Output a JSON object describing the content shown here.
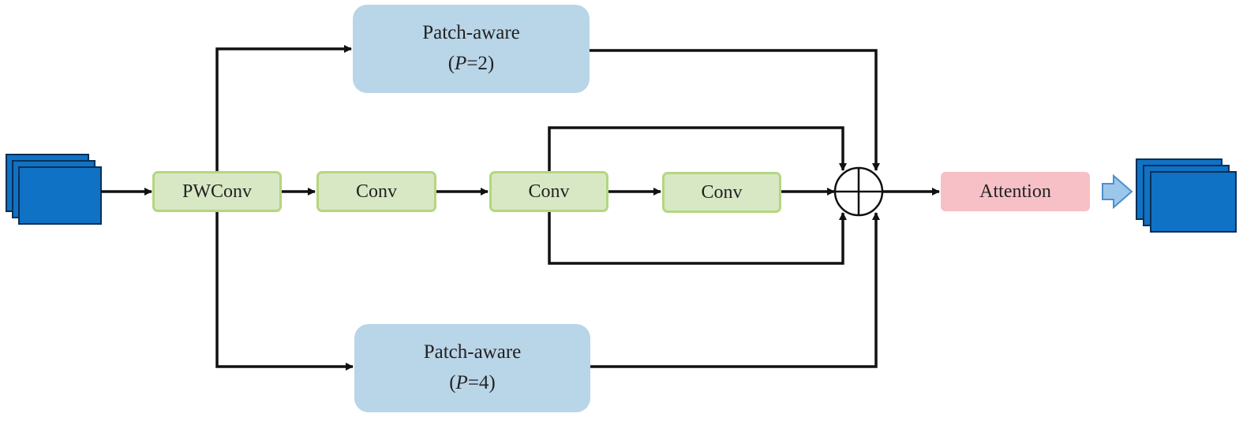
{
  "nodes": {
    "patch_top": {
      "title": "Patch-aware",
      "param_open": "(",
      "param_var": "P",
      "param_value": "=2)"
    },
    "patch_bottom": {
      "title": "Patch-aware",
      "param_open": "(",
      "param_var": "P",
      "param_value": "=4)"
    },
    "pwconv": {
      "label": "PWConv"
    },
    "conv1": {
      "label": "Conv"
    },
    "conv2": {
      "label": "Conv"
    },
    "conv3": {
      "label": "Conv"
    },
    "attention": {
      "label": "Attention"
    }
  },
  "colors": {
    "patch_fill": "#b9d5e8",
    "conv_fill": "#d8e8c4",
    "conv_border": "#b3d77f",
    "attention_fill": "#f6c0c6",
    "feature_map_fill": "#1072c4",
    "output_arrow_fill": "#9cc6ea",
    "line": "#111111"
  },
  "icons": {
    "input": "feature-map-stack",
    "output": "feature-map-stack",
    "merge": "circled-plus",
    "output_arrow": "hollow-right-arrow"
  }
}
